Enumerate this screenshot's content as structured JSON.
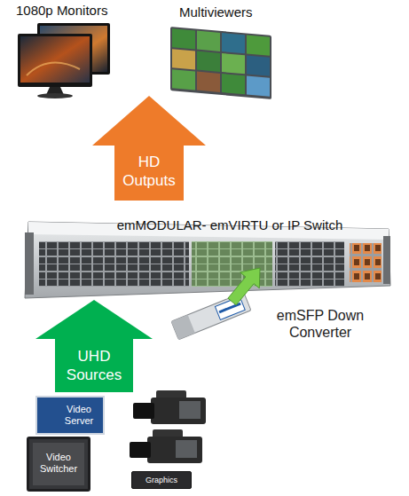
{
  "diagram": {
    "nodes": [
      {
        "text": [
          "HD Outputs"
        ]
      },
      {
        "text": [
          "emMODULAR- emVIRTU or IP Switch"
        ]
      },
      {
        "text": [
          "emSFP Down Converter"
        ]
      },
      {
        "text": [
          "UHD Sources"
        ]
      },
      {
        "text": [
          "Video Server"
        ]
      },
      {
        "text": [
          "Video Switcher"
        ]
      },
      {
        "text": [
          "Graphics"
        ]
      }
    ],
    "edges": [
      {
        "from": 2,
        "to": 1,
        "arrow": "to"
      }
    ],
    "labels": [
      "1080p Monitors",
      "Multiviewers"
    ]
  }
}
